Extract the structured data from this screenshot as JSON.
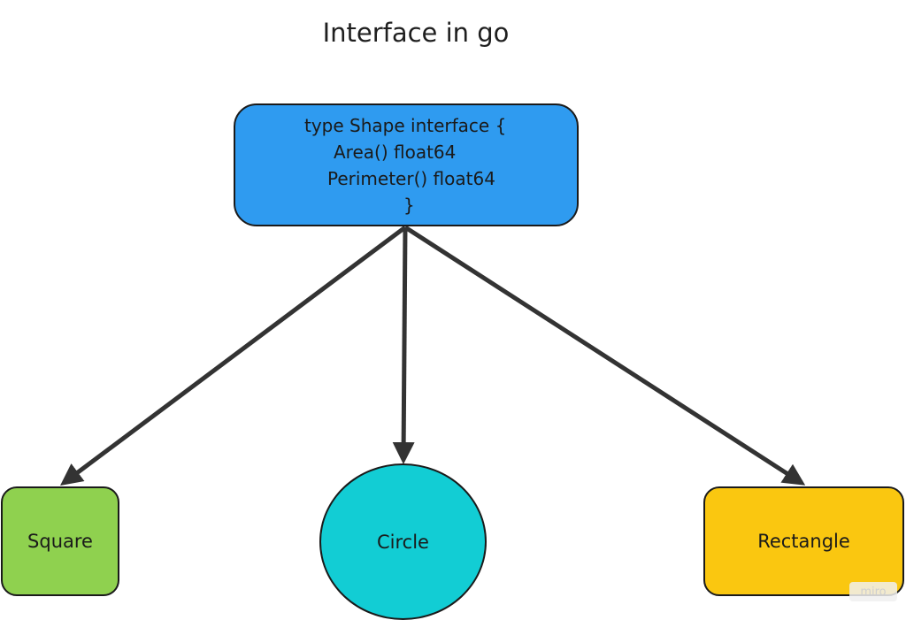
{
  "title": "Interface in go",
  "colors": {
    "interface_fill": "#2f9bf0",
    "square_fill": "#8fd14f",
    "circle_fill": "#12cdd4",
    "rectangle_fill": "#fac710",
    "stroke": "#1a1a1a",
    "arrow": "#333333"
  },
  "interface_node": {
    "lines": [
      "type Shape interface {",
      "Area() float64",
      "Perimeter() float64",
      "}"
    ]
  },
  "nodes": {
    "square": {
      "label": "Square"
    },
    "circle": {
      "label": "Circle"
    },
    "rectangle": {
      "label": "Rectangle"
    }
  },
  "edges": [
    {
      "from": "interface",
      "to": "square"
    },
    {
      "from": "interface",
      "to": "circle"
    },
    {
      "from": "interface",
      "to": "rectangle"
    }
  ],
  "watermark": "miro"
}
